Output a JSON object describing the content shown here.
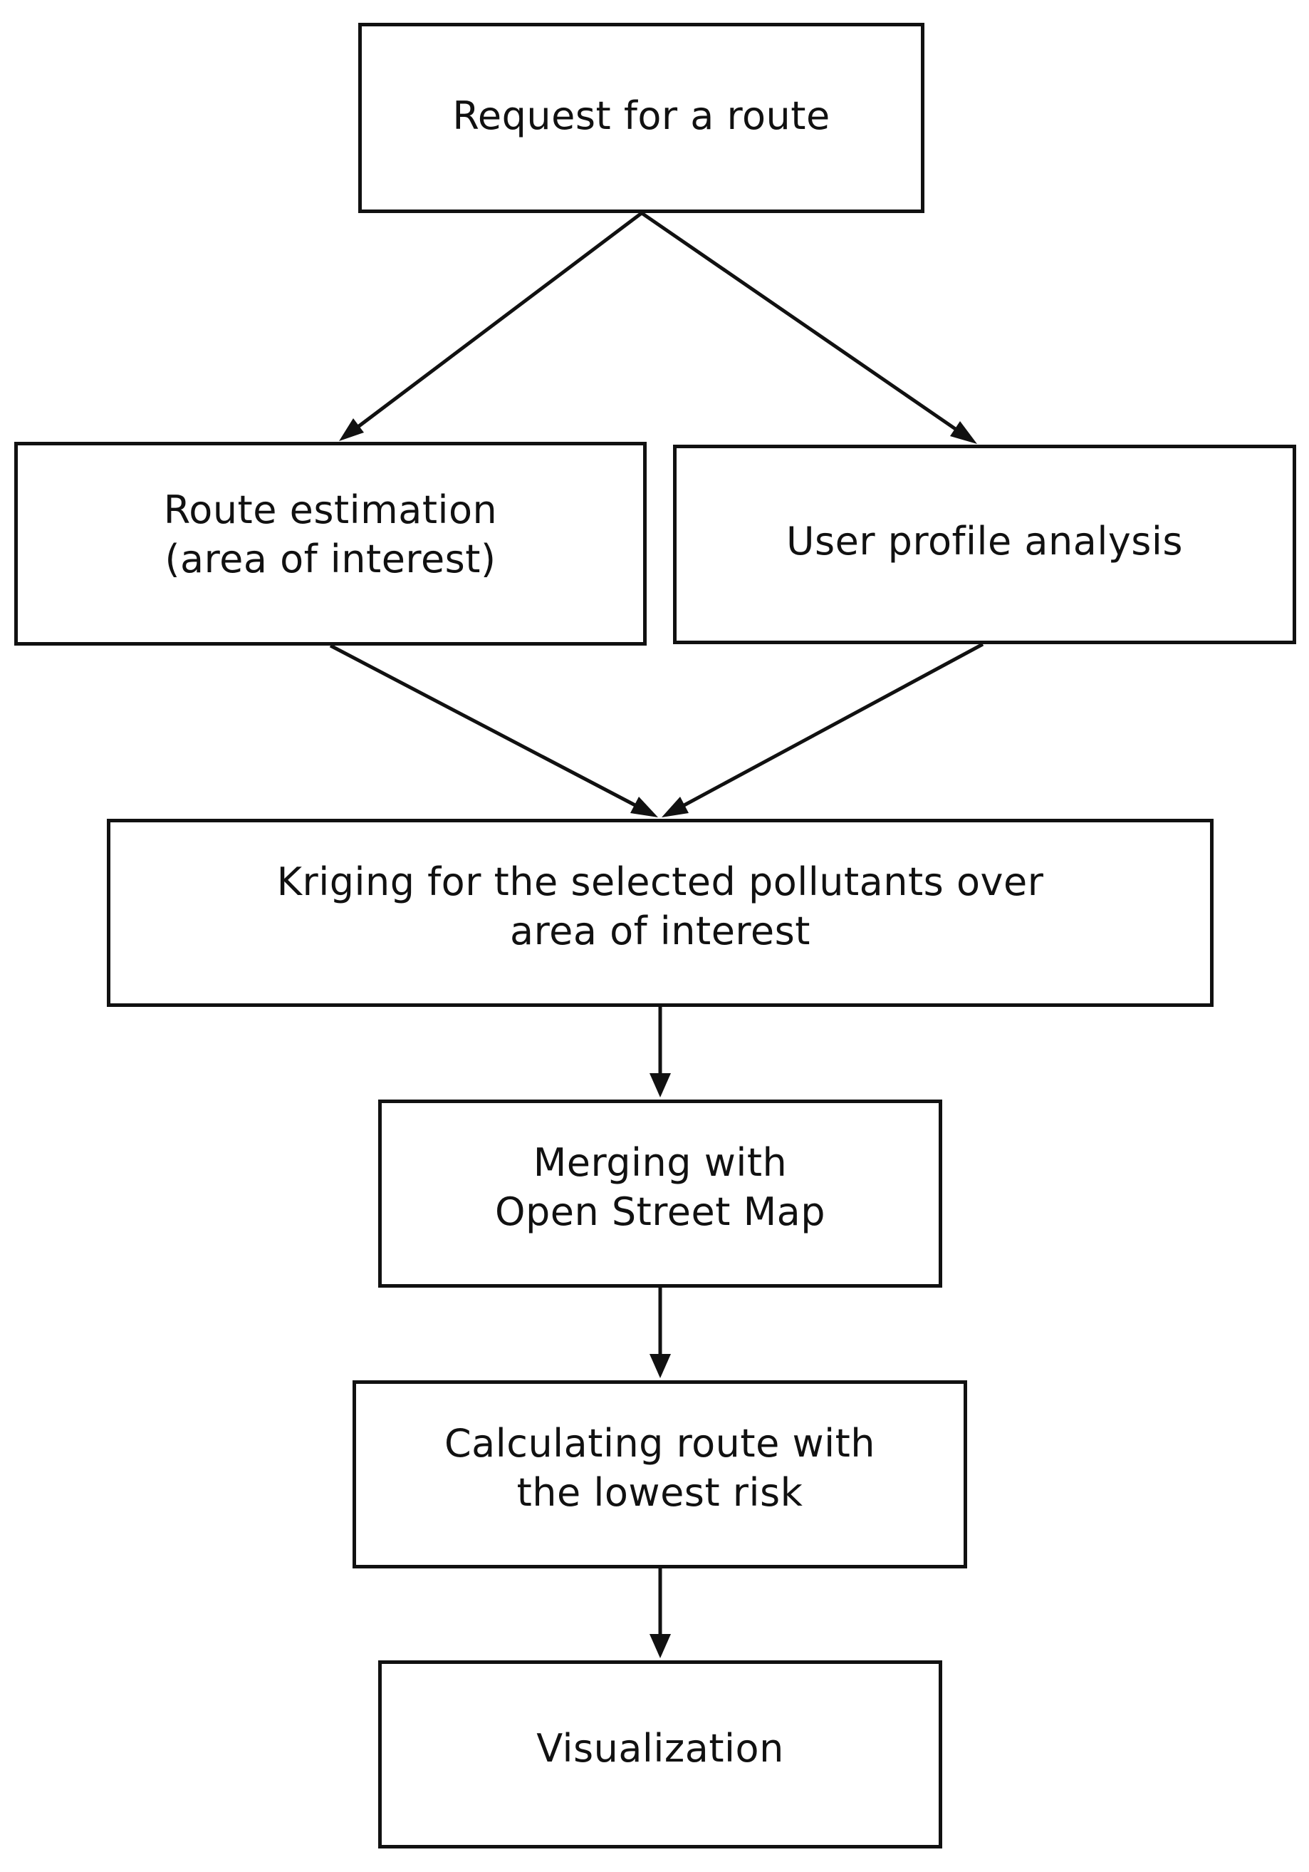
{
  "nodes": {
    "request": "Request for a route",
    "route_estimation": "Route estimation\n(area of interest)",
    "user_profile": "User profile analysis",
    "kriging": "Kriging for the selected pollutants over\narea of interest",
    "merging": "Merging  with\nOpen Street Map",
    "calculating": "Calculating route with\nthe lowest risk",
    "visualization": "Visualization"
  },
  "colors": {
    "stroke": "#111111",
    "background": "#ffffff"
  }
}
